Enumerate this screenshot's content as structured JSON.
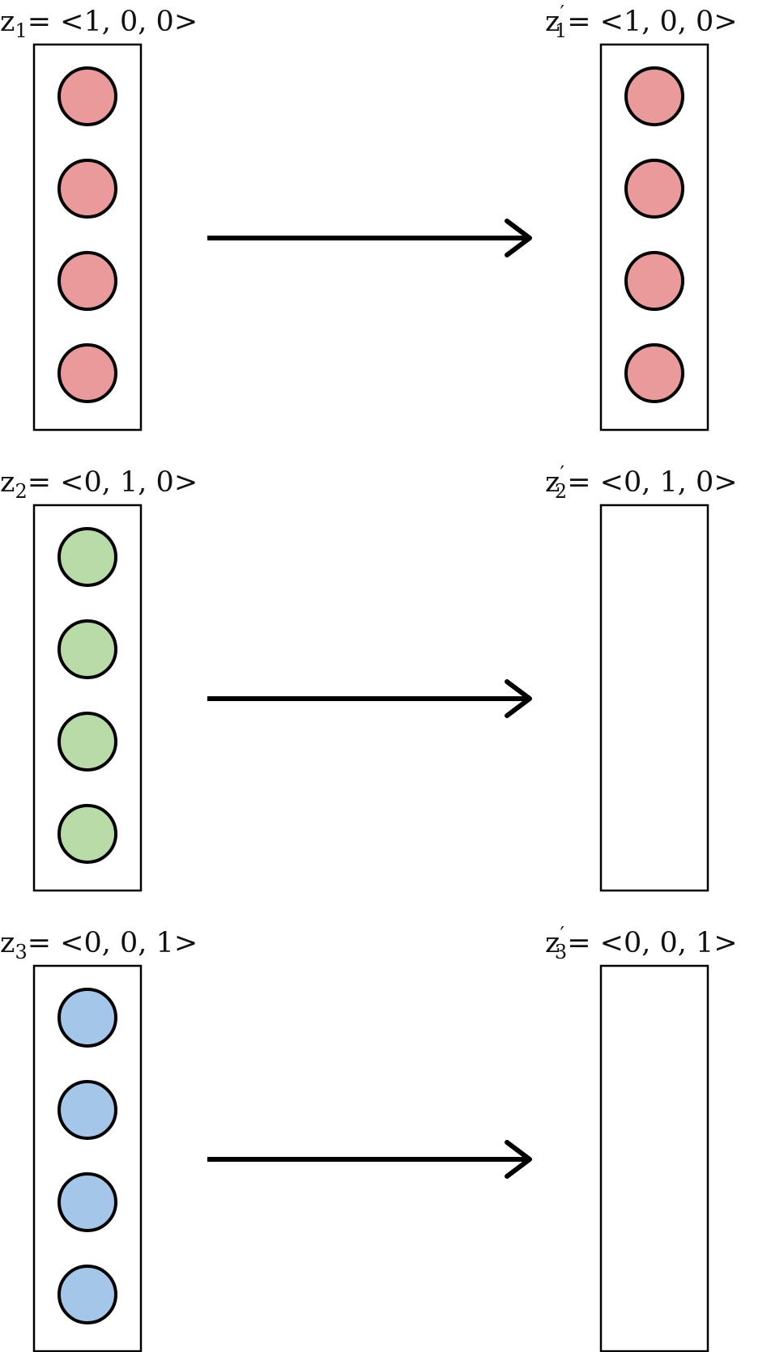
{
  "rows": [
    {
      "left_label": {
        "base": "z",
        "sub": "1",
        "prime": "",
        "rest": "= <1, 0, 0>"
      },
      "right_label": {
        "base": "z",
        "sub": "1",
        "prime": "′",
        "rest": "= <1, 0, 0>"
      },
      "color": "#eb9a9c",
      "left_node_count": 4,
      "right_node_count": 4
    },
    {
      "left_label": {
        "base": "z",
        "sub": "2",
        "prime": "",
        "rest": "= <0, 1, 0>"
      },
      "right_label": {
        "base": "z",
        "sub": "2",
        "prime": "′",
        "rest": "= <0, 1, 0>"
      },
      "color": "#b8dba8",
      "left_node_count": 4,
      "right_node_count": 0
    },
    {
      "left_label": {
        "base": "z",
        "sub": "3",
        "prime": "",
        "rest": "= <0, 0, 1>"
      },
      "right_label": {
        "base": "z",
        "sub": "3",
        "prime": "′",
        "rest": "= <0, 0, 1>"
      },
      "color": "#a3c6e9",
      "left_node_count": 4,
      "right_node_count": 0
    }
  ]
}
